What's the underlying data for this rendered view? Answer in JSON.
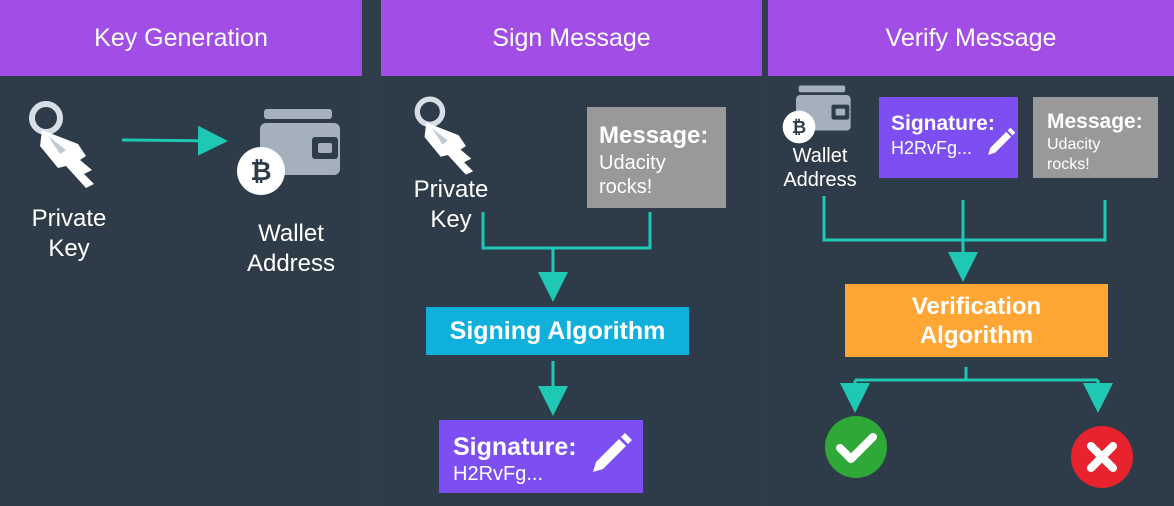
{
  "panels": [
    {
      "title": "Key Generation",
      "private_key_label": [
        "Private",
        "Key"
      ],
      "wallet_label": [
        "Wallet",
        "Address"
      ]
    },
    {
      "title": "Sign Message",
      "private_key_label": [
        "Private",
        "Key"
      ],
      "message_title": "Message:",
      "message_text": [
        "Udacity",
        "rocks!"
      ],
      "algorithm": "Signing Algorithm",
      "signature_title": "Signature:",
      "signature_value": "H2RvFg..."
    },
    {
      "title": "Verify Message",
      "wallet_label": [
        "Wallet",
        "Address"
      ],
      "signature_title": "Signature:",
      "signature_value": "H2RvFg...",
      "message_title": "Message:",
      "message_text": [
        "Udacity",
        "rocks!"
      ],
      "algorithm": [
        "Verification",
        "Algorithm"
      ]
    }
  ],
  "colors": {
    "header": "#a24ee6",
    "panel": "#2e3c4a",
    "arrow": "#1ec8b4",
    "message_box": "#999999",
    "signature_box": "#7d4ef2",
    "signing_box": "#0fb0dc",
    "verification_box": "#ffa635",
    "valid": "#2ea836",
    "invalid": "#e8232d"
  },
  "icons": [
    "key-icon",
    "wallet-icon",
    "bitcoin-icon",
    "pencil-icon",
    "check-icon",
    "cross-icon"
  ]
}
